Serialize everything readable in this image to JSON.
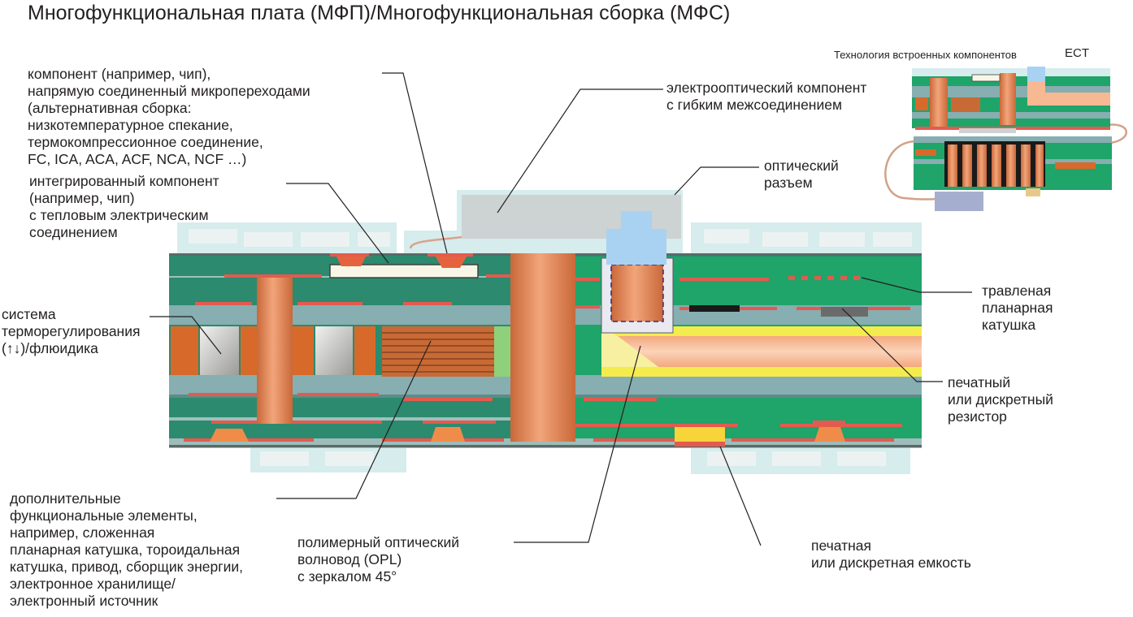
{
  "title": "Многофункциональная плата (МФП)/Многофункциональная сборка (МФС)",
  "labels": {
    "component_chip": "компонент (например, чип),\nнапрямую соединенный микропереходами\n(альтернативная сборка:\nнизкотемпературное спекание,\nтермокомпрессионное соединение,\nFC, ICA, ACA, ACF, NCA, NCF …)",
    "integrated_component": "интегрированный компонент\n(например, чип)\nс тепловым электрическим\nсоединением",
    "thermal_system": "система\nтерморегулирования\n(↑↓)/флюидика",
    "additional_elements": "дополнительные\nфункциональные элементы,\nнапример, сложенная\nпланарная катушка, тороидальная\nкатушка, привод, сборщик энергии,\nэлектронное хранилище/\nэлектронный источник",
    "polymer_waveguide": "полимерный оптический\nволновод (OPL)\nс зеркалом 45°",
    "capacitance": "печатная\nили дискретная емкость",
    "resistor": "печатный\nили дискретный\nрезистор",
    "planar_coil": "травленая\nпланарная\nкатушка",
    "optical_connector": "оптический\nразъем",
    "electrooptic_component": "электрооптический компонент\nс гибким межсоединением"
  },
  "inset": {
    "title": "Технология встроенных компонентов",
    "abbr": "ECT"
  },
  "colors": {
    "dark_green": "#2c8a6e",
    "bright_green": "#1fa46a",
    "gray_teal": "#87aeb0",
    "copper": "#e58a58",
    "trace_red": "#e45a4f",
    "light_cyan": "#d6eced",
    "light_blue": "#9fcdee",
    "yellow": "#f4ec4c"
  }
}
